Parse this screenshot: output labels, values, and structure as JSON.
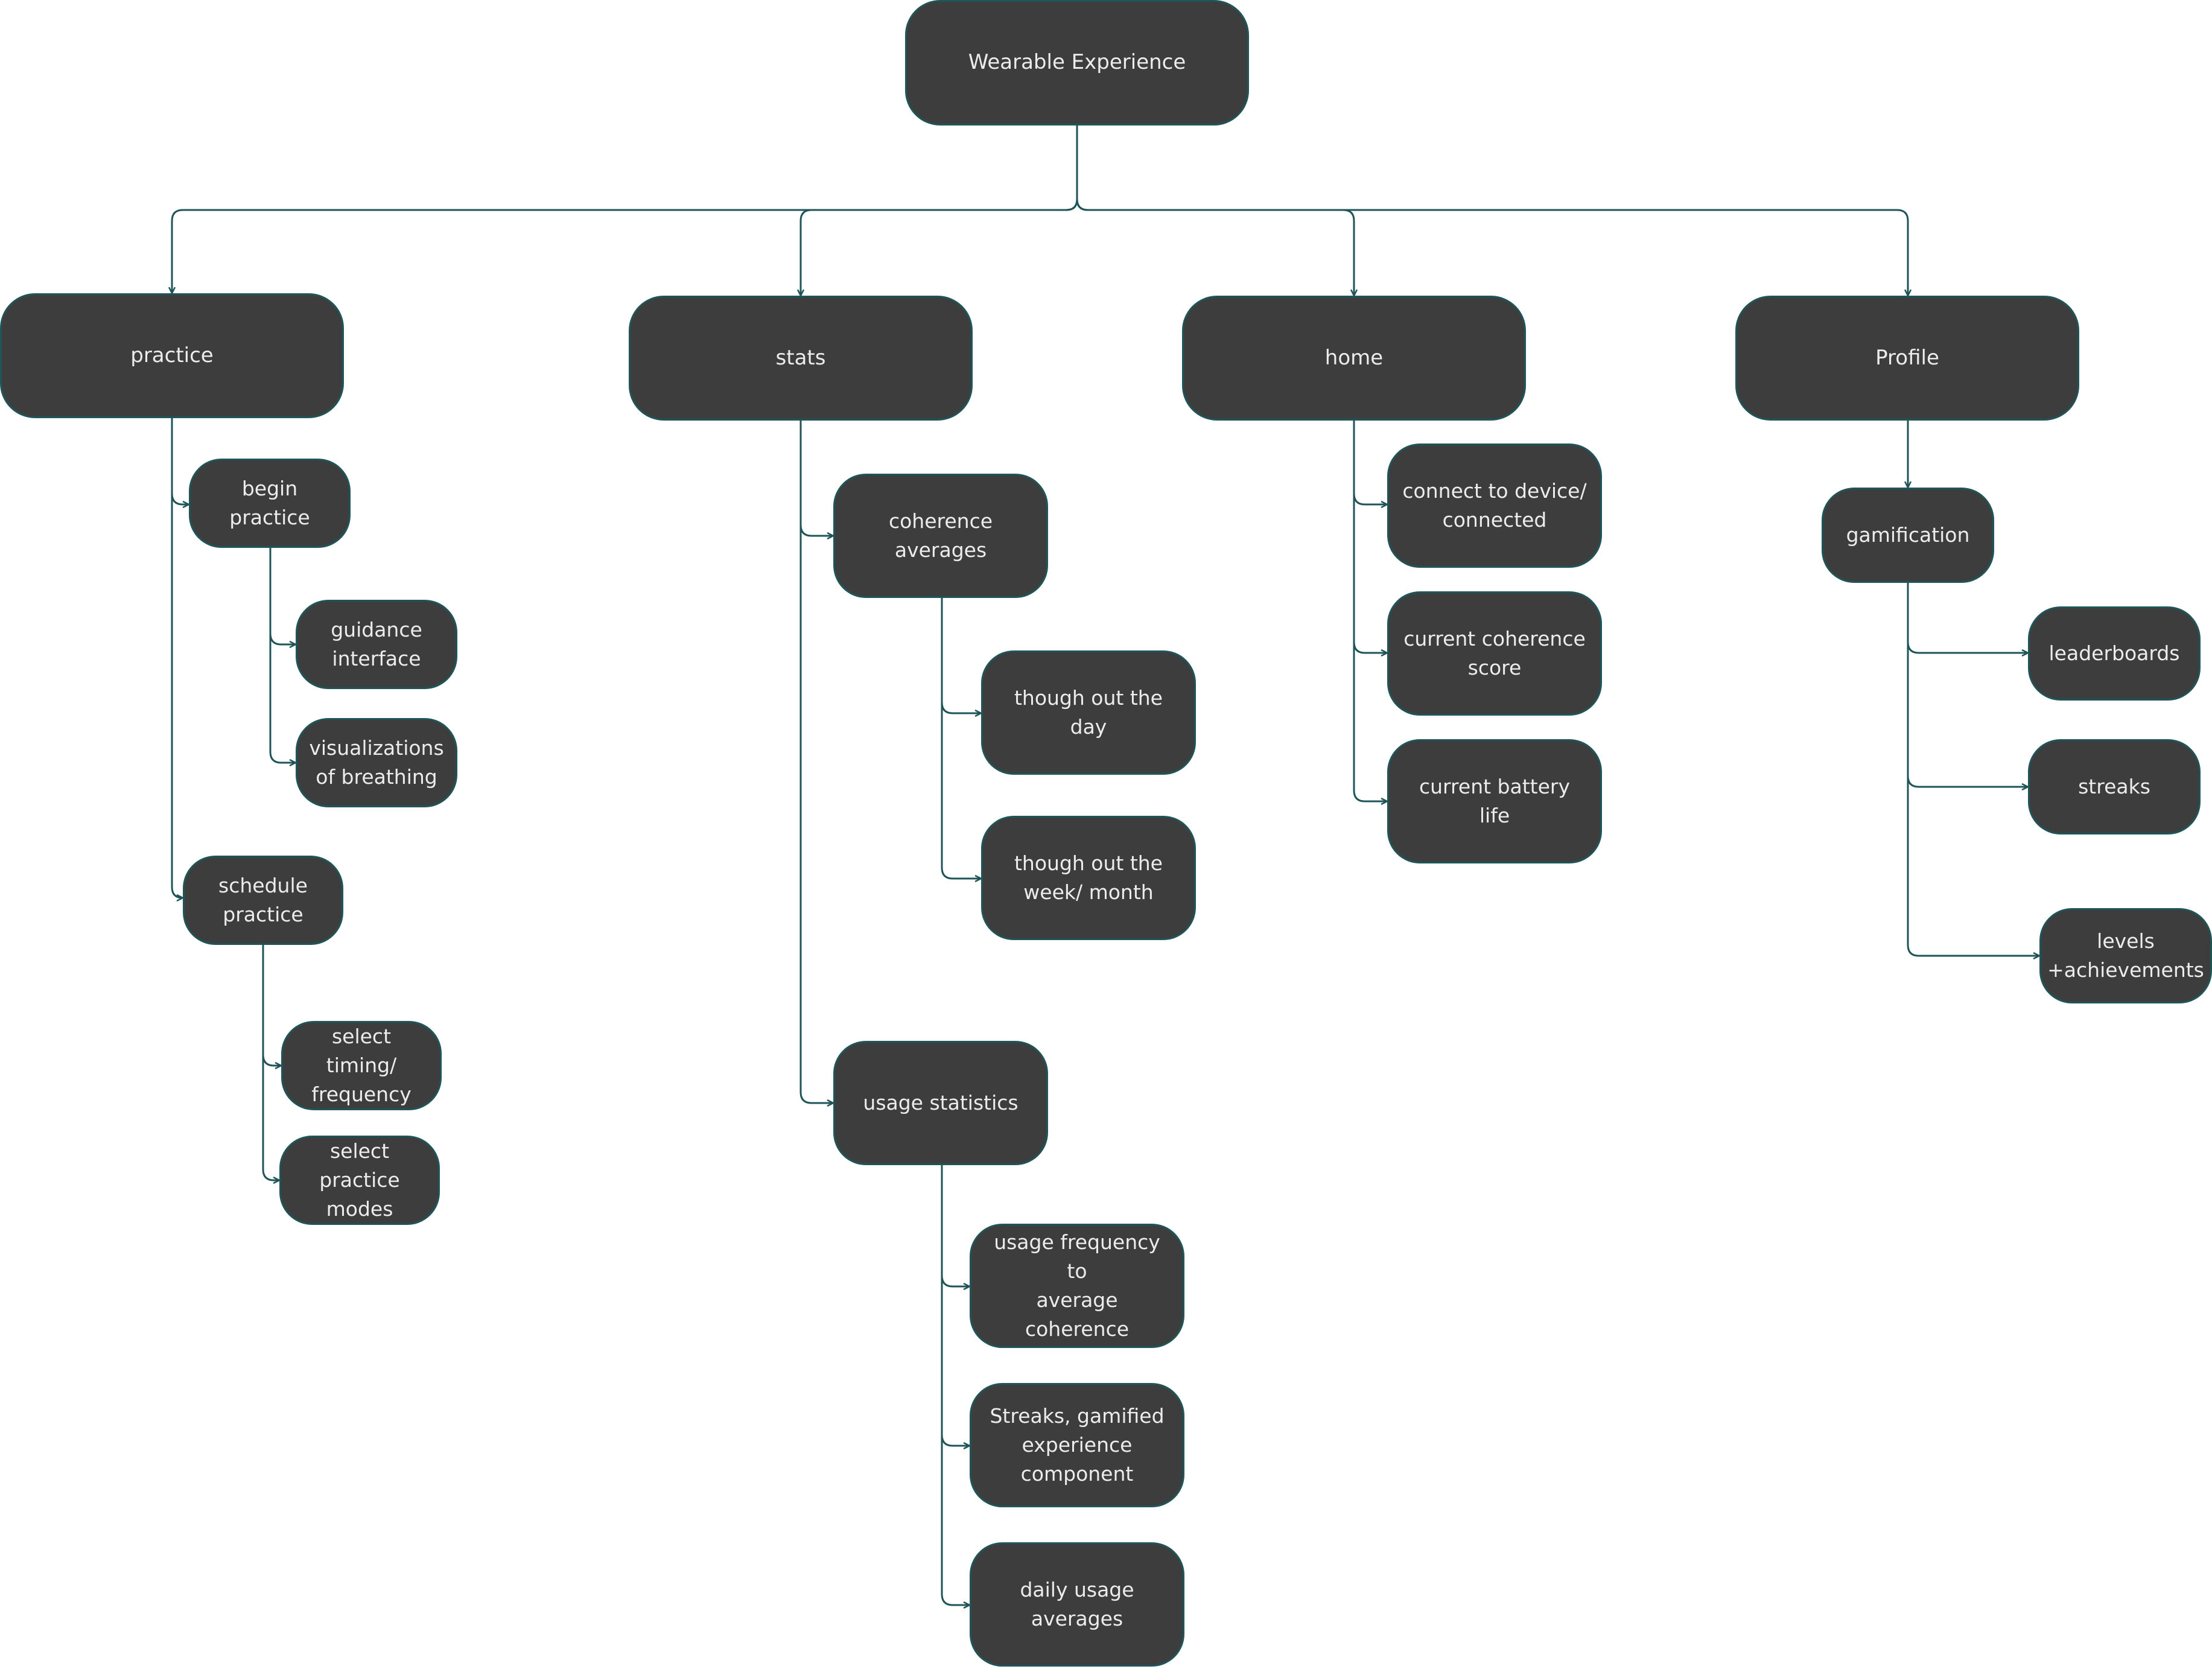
{
  "diagram": {
    "root": "Wearable Experience",
    "branches": {
      "practice": {
        "label": "practice",
        "begin_practice": "begin practice",
        "guidance_interface": "guidance\ninterface",
        "visualizations_of_breathing": "visualizations\nof breathing",
        "schedule_practice": "schedule\npractice",
        "select_timing_frequency": "select timing/\nfrequency",
        "select_practice_modes": "select practice\nmodes"
      },
      "stats": {
        "label": "stats",
        "coherence_averages": "coherence averages",
        "through_the_day": "though out the day",
        "through_week_month": "though out the\nweek/ month",
        "usage_statistics": "usage statistics",
        "usage_frequency": "usage frequency to\naverage coherence",
        "streaks_gamified": "Streaks, gamified\nexperience\ncomponent",
        "daily_usage": "daily usage\naverages"
      },
      "home": {
        "label": "home",
        "connect_device": "connect to device/\nconnected",
        "current_coherence": "current coherence\nscore",
        "battery_life": "current battery life"
      },
      "profile": {
        "label": "Profile",
        "gamification": "gamification",
        "leaderboards": "leaderboards",
        "streaks": "streaks",
        "levels": "levels\n+achievements"
      }
    },
    "colors": {
      "node_fill": "#3d3d3d",
      "node_border": "#1f5559",
      "connector": "#1f5559",
      "text": "#ececec",
      "background": "#ffffff"
    }
  }
}
